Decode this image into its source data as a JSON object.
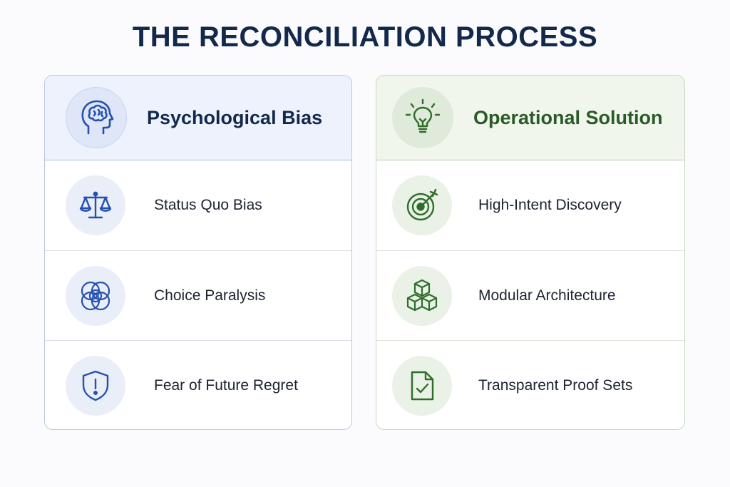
{
  "title": "THE RECONCILIATION PROCESS",
  "colors": {
    "left_accent": "#2450b0",
    "right_accent": "#2f6e2a",
    "title": "#13294b"
  },
  "left_panel": {
    "header": {
      "icon": "brain-head-icon",
      "label": "Psychological Bias"
    },
    "items": [
      {
        "icon": "scales-icon",
        "label": "Status Quo Bias"
      },
      {
        "icon": "tangled-circles-icon",
        "label": "Choice Paralysis"
      },
      {
        "icon": "shield-alert-icon",
        "label": "Fear of Future Regret"
      }
    ]
  },
  "right_panel": {
    "header": {
      "icon": "lightbulb-icon",
      "label": "Operational Solution"
    },
    "items": [
      {
        "icon": "target-arrow-icon",
        "label": "High-Intent Discovery"
      },
      {
        "icon": "stacked-cubes-icon",
        "label": "Modular Architecture"
      },
      {
        "icon": "document-check-icon",
        "label": "Transparent Proof Sets"
      }
    ]
  }
}
